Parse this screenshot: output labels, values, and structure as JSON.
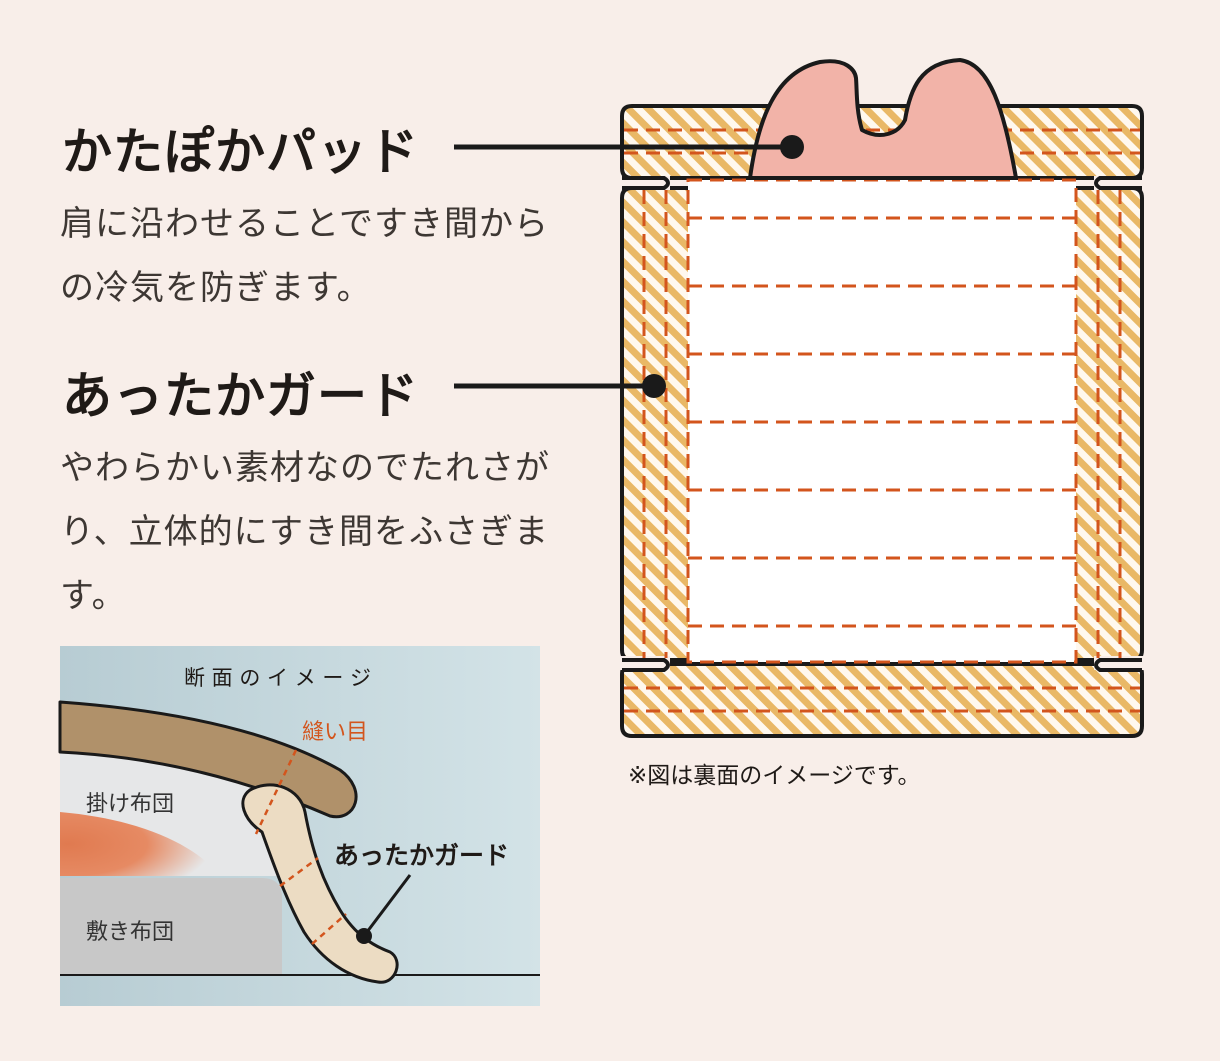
{
  "pad": {
    "title": "かたぽかパッド",
    "description": "肩に沿わせることですき間からの冷気を防ぎます。"
  },
  "guard": {
    "title": "あったかガード",
    "description": "やわらかい素材なのでたれさがり、立体的にすき間をふさぎます。"
  },
  "diagram": {
    "note": "※図は裏面のイメージです。"
  },
  "cross_section": {
    "title": "断 面 の イ メ ー ジ",
    "seam_label": "縫い目",
    "kakebuton_label": "掛け布団",
    "shikibuton_label": "敷き布団",
    "guard_label": "あったかガード"
  },
  "colors": {
    "background": "#f8eee9",
    "stripe": "#e9b866",
    "seam": "#d3551d",
    "pad": "#f2b3a8",
    "guard_fill": "#ecdcc3",
    "kakebuton": "#b0916a"
  }
}
